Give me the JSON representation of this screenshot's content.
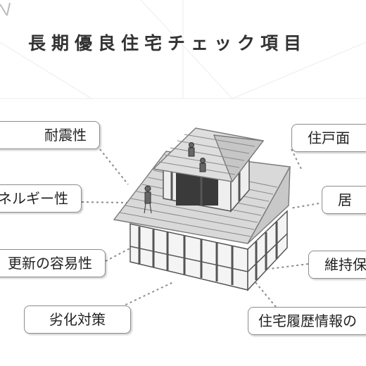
{
  "title": "長期優良住宅チェック項目",
  "labels": {
    "taishin": "耐震性",
    "energy": "ネルギー性",
    "koushin": "更新の容易性",
    "rekka": "劣化対策",
    "menseki": "住戸面",
    "kyo": "居",
    "iji": "維持保",
    "rireki": "住宅履歴情報の"
  },
  "colors": {
    "line": "#8c8c8c",
    "roof": "#d9d9d9",
    "roof_line": "#7a7a7a",
    "frame": "#555555"
  }
}
